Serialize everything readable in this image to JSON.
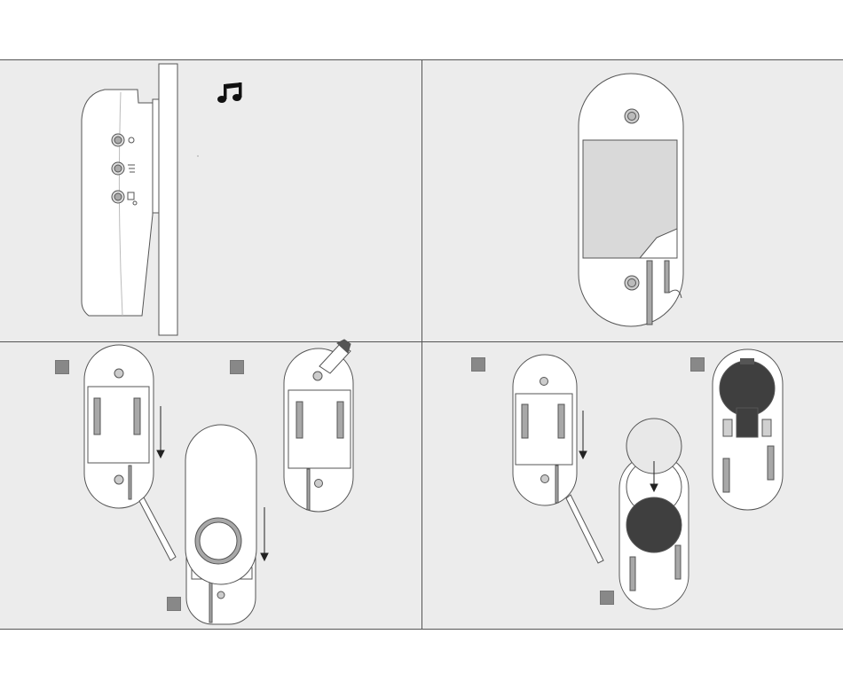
{
  "figure": {
    "panels": [
      {
        "id": "side-view",
        "description_icon": "music-note-icon"
      },
      {
        "id": "back-view-adhesive"
      },
      {
        "id": "mount-and-cover"
      },
      {
        "id": "battery-replacement"
      }
    ],
    "markers": {
      "color": "#888888"
    },
    "colors": {
      "panel_bg": "#ececec",
      "outline": "#555555",
      "device_fill": "#ffffff",
      "adhesive": "#d9d9d9",
      "battery_dark": "#3f3f3f",
      "battery_light": "#e8e8e8",
      "slot": "#a8a8a8"
    }
  }
}
